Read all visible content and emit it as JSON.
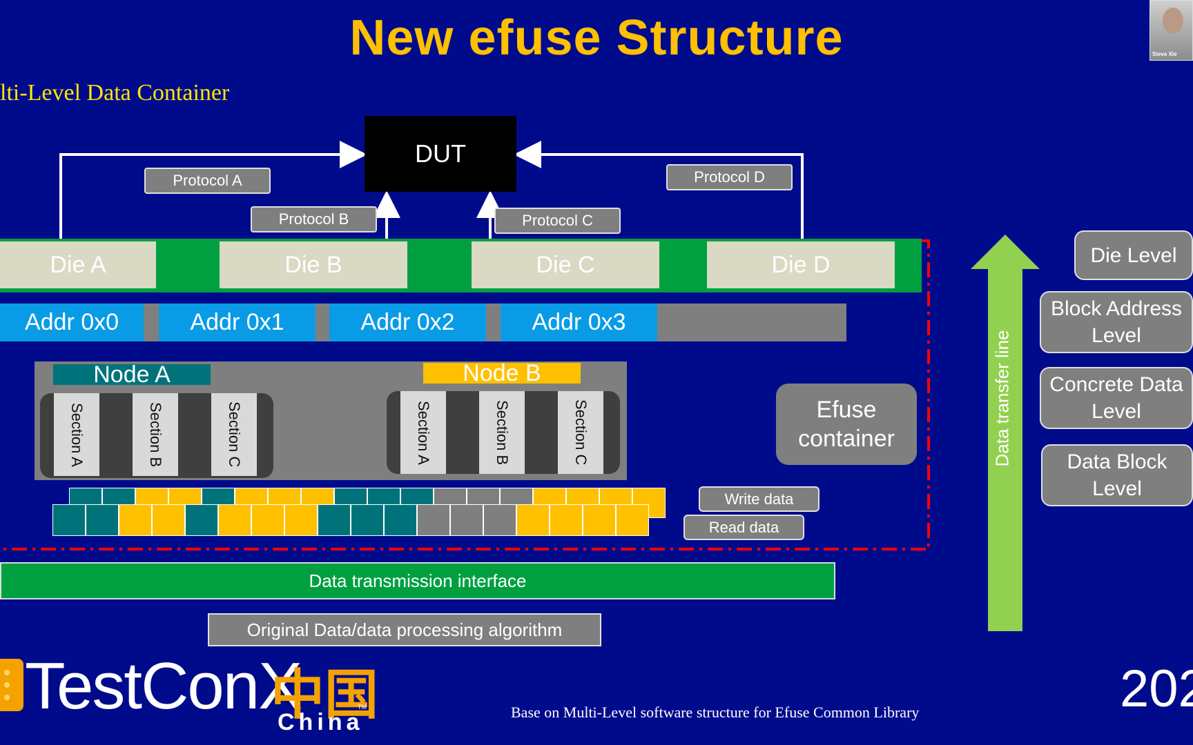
{
  "slide": {
    "title": "New efuse Structure",
    "subtitle": "lti-Level Data Container",
    "footer": "Base on Multi-Level software structure for Efuse Common Library",
    "year": "202"
  },
  "webcam": {
    "name": "Steve Xie"
  },
  "diagram": {
    "dut": "DUT",
    "protocols": [
      "Protocol A",
      "Protocol B",
      "Protocol C",
      "Protocol D"
    ],
    "dies": [
      "Die A",
      "Die B",
      "Die C",
      "Die D"
    ],
    "addresses": [
      "Addr 0x0",
      "Addr 0x1",
      "Addr 0x2",
      "Addr 0x3"
    ],
    "nodes": [
      {
        "label": "Node A",
        "sections": [
          "Section A",
          "Section B",
          "Section C"
        ]
      },
      {
        "label": "Node B",
        "sections": [
          "Section A",
          "Section B",
          "Section C"
        ]
      }
    ],
    "efuse_container": "Efuse container",
    "write_data": "Write data",
    "read_data": "Read data",
    "data_transmission_interface": "Data transmission interface",
    "original_data": "Original Data/data processing algorithm",
    "data_transfer_line": "Data transfer line",
    "levels": [
      "Die Level",
      "Block Address Level",
      "Concrete Data Level",
      "Data Block Level"
    ]
  },
  "logo": {
    "brand": "TestConX",
    "cn": "中国",
    "china": "China",
    "tm": "TM"
  },
  "colors": {
    "background": "#000b8c",
    "title": "#ffc000",
    "green": "#00a040",
    "blue": "#0a9be6",
    "teal": "#00737a",
    "yellow": "#ffc000",
    "gray": "#7f7f7f",
    "arrow": "#92d050",
    "dash": "#ff0000"
  },
  "data_strips": {
    "top": [
      "teal",
      "teal",
      "yellow",
      "yellow",
      "teal",
      "yellow",
      "yellow",
      "yellow",
      "teal",
      "teal",
      "teal",
      "gray",
      "gray",
      "gray",
      "yellow",
      "yellow",
      "yellow",
      "yellow"
    ],
    "bottom": [
      "teal",
      "teal",
      "yellow",
      "yellow",
      "teal",
      "yellow",
      "yellow",
      "yellow",
      "teal",
      "teal",
      "teal",
      "gray",
      "gray",
      "gray",
      "yellow",
      "yellow",
      "yellow",
      "yellow"
    ]
  }
}
